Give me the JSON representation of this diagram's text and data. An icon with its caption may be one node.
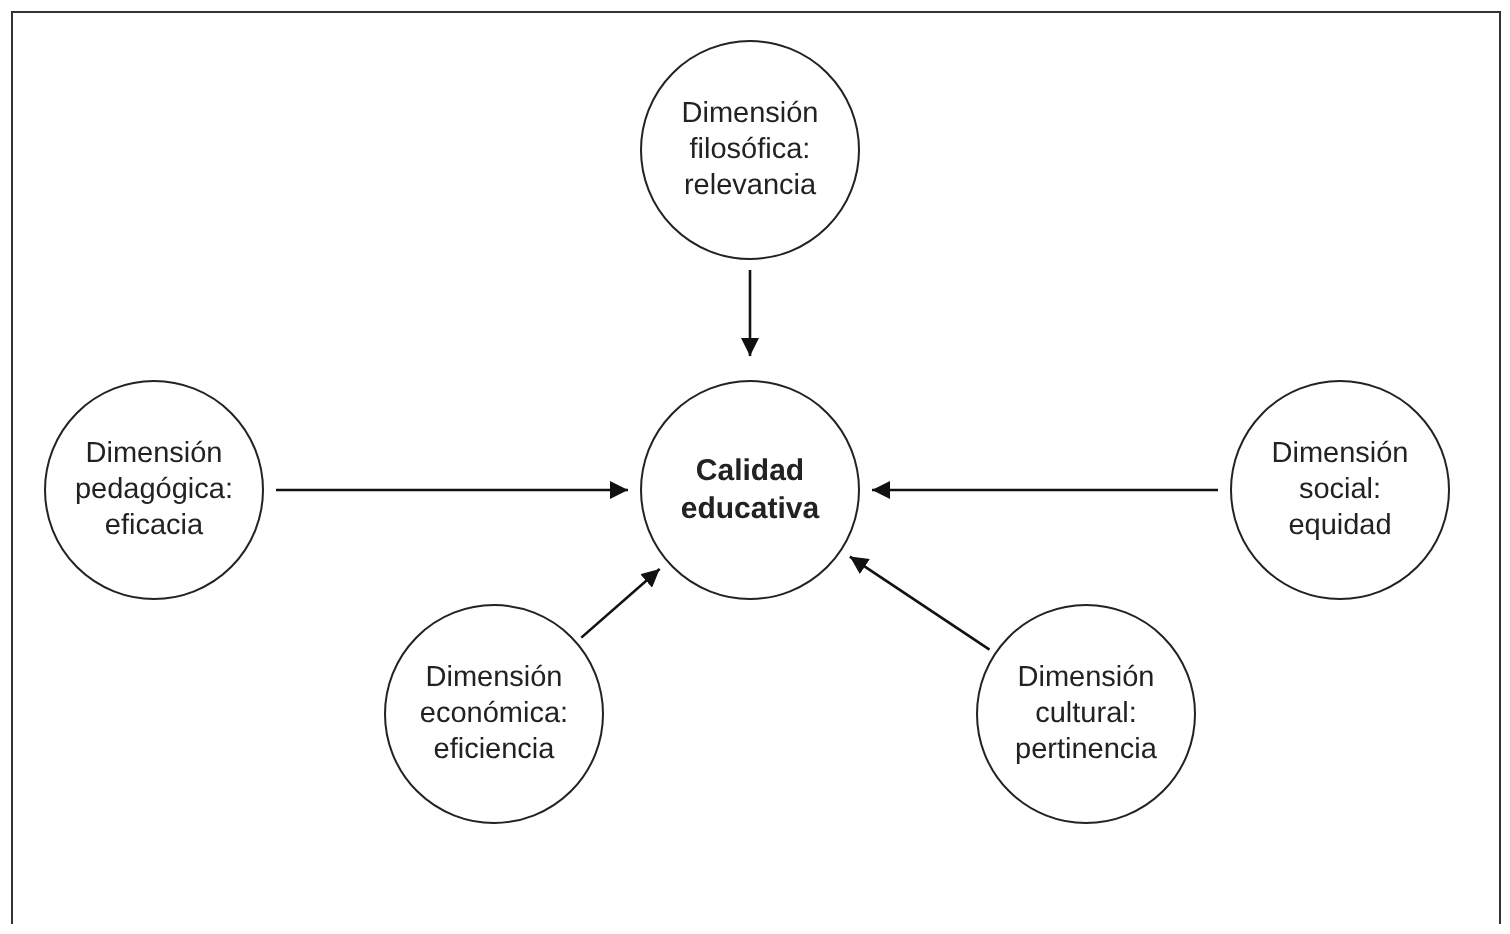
{
  "diagram": {
    "nodes": [
      {
        "text": [
          "Dimensión filosófica: relevancia"
        ]
      },
      {
        "text": [
          "Dimensión pedagógica: eficacia"
        ]
      },
      {
        "text": [
          "Calidad educativa"
        ]
      },
      {
        "text": [
          "Dimensión social: equidad"
        ]
      },
      {
        "text": [
          "Dimensión económica: eficiencia"
        ]
      },
      {
        "text": [
          "Dimensión cultural: pertinencia"
        ]
      }
    ],
    "edges": [
      {
        "from": 0,
        "to": 2,
        "arrow": "to"
      },
      {
        "from": 1,
        "to": 2,
        "arrow": "to"
      },
      {
        "from": 3,
        "to": 2,
        "arrow": "to"
      },
      {
        "from": 4,
        "to": 2,
        "arrow": "to"
      },
      {
        "from": 5,
        "to": 2,
        "arrow": "to"
      }
    ]
  }
}
